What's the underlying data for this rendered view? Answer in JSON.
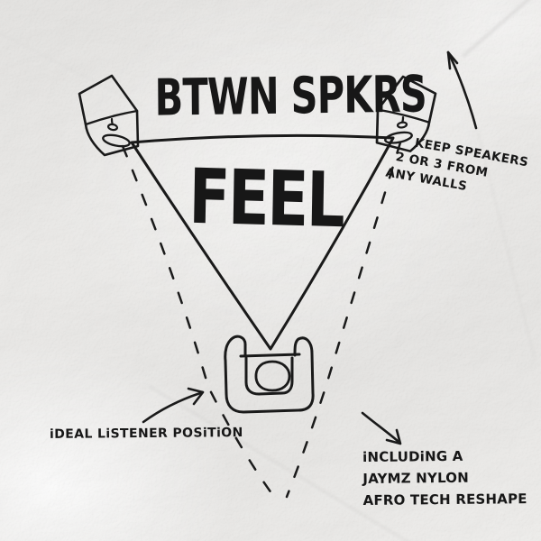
{
  "artwork": {
    "title": "BTWN SPKRS",
    "zone_label": "FEEL",
    "wall_note": {
      "lines": [
        "KEEP SPEAKERS",
        "2 OR 3 FROM",
        "ANY WALLS"
      ]
    },
    "listener_note": "iDEAL LiSTENER POSiTiON",
    "credit_note": {
      "lines": [
        "iNCLUDiNG A",
        "JAYMZ NYLON",
        "AFRO TECH RESHAPE"
      ]
    },
    "colors": {
      "ink": "#1a1a1a",
      "paper": "#eceae8"
    }
  }
}
